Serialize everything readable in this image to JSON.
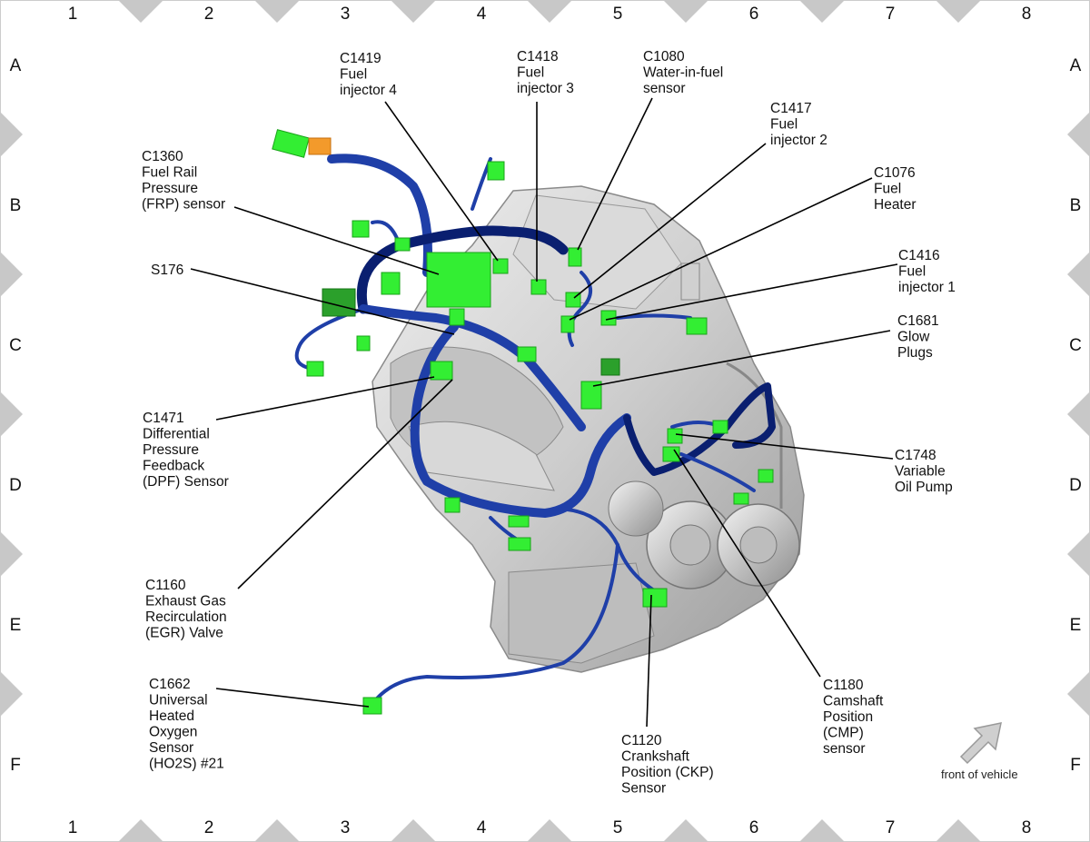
{
  "grid": {
    "columns": [
      "1",
      "2",
      "3",
      "4",
      "5",
      "6",
      "7",
      "8"
    ],
    "rows": [
      "A",
      "B",
      "C",
      "D",
      "E",
      "F"
    ]
  },
  "callouts": [
    {
      "id": "C1419",
      "lines": [
        "C1419",
        "Fuel",
        "injector 4"
      ]
    },
    {
      "id": "C1418",
      "lines": [
        "C1418",
        "Fuel",
        "injector 3"
      ]
    },
    {
      "id": "C1080",
      "lines": [
        "C1080",
        "Water-in-fuel",
        "sensor"
      ]
    },
    {
      "id": "C1417",
      "lines": [
        "C1417",
        "Fuel",
        "injector 2"
      ]
    },
    {
      "id": "C1360",
      "lines": [
        "C1360",
        "Fuel Rail",
        "Pressure",
        "(FRP) sensor"
      ]
    },
    {
      "id": "C1076",
      "lines": [
        "C1076",
        "Fuel",
        "Heater"
      ]
    },
    {
      "id": "C1416",
      "lines": [
        "C1416",
        "Fuel",
        "injector 1"
      ]
    },
    {
      "id": "S176",
      "lines": [
        "S176"
      ]
    },
    {
      "id": "C1681",
      "lines": [
        "C1681",
        "Glow",
        "Plugs"
      ]
    },
    {
      "id": "C1471",
      "lines": [
        "C1471",
        "Differential",
        "Pressure",
        "Feedback",
        "(DPF) Sensor"
      ]
    },
    {
      "id": "C1748",
      "lines": [
        "C1748",
        "Variable",
        "Oil Pump"
      ]
    },
    {
      "id": "C1160",
      "lines": [
        "C1160",
        "Exhaust Gas",
        "Recirculation",
        "(EGR) Valve"
      ]
    },
    {
      "id": "C1180",
      "lines": [
        "C1180",
        "Camshaft",
        "Position",
        "(CMP)",
        "sensor"
      ]
    },
    {
      "id": "C1662",
      "lines": [
        "C1662",
        "Universal",
        "Heated",
        "Oxygen",
        "Sensor",
        "(HO2S) #21"
      ]
    },
    {
      "id": "C1120",
      "lines": [
        "C1120",
        "Crankshaft",
        "Position (CKP)",
        "Sensor"
      ]
    }
  ],
  "orientation": {
    "label": "front of vehicle",
    "icon": "arrow-up-right-icon"
  },
  "colors": {
    "connector": "#33ee33",
    "harness": "#1f3fa8",
    "harness_dark": "#0a1f70",
    "engine": "#c9c9c9",
    "grid_marker": "#c8c8c8",
    "leader": "#000000"
  }
}
